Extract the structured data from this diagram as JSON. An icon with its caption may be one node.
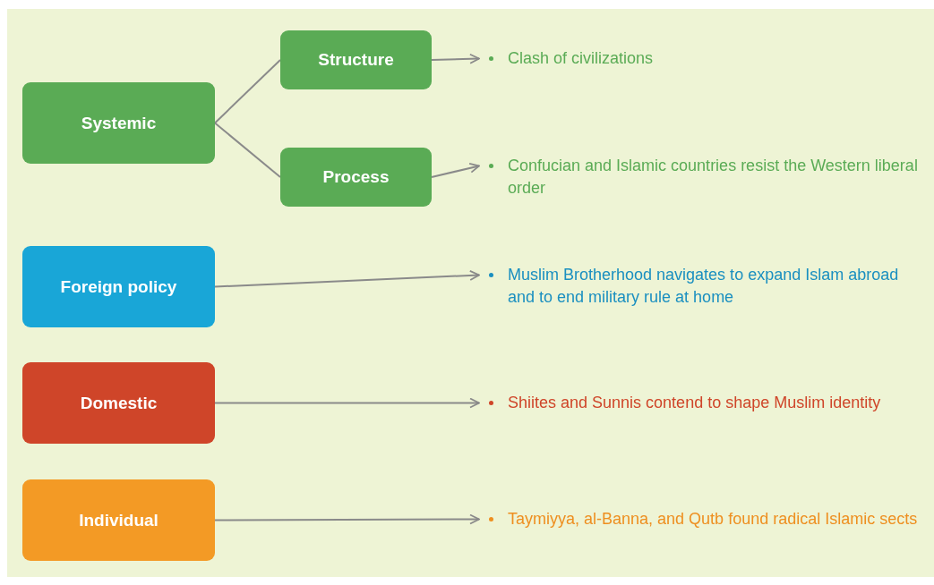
{
  "diagram": {
    "nodes": [
      {
        "text": [
          "Systemic"
        ]
      },
      {
        "text": [
          "Structure"
        ]
      },
      {
        "text": [
          "Process"
        ]
      },
      {
        "text": [
          "Clash of civilizations"
        ]
      },
      {
        "text": [
          "Confucian and Islamic countries resist the Western liberal order"
        ]
      },
      {
        "text": [
          "Foreign policy"
        ]
      },
      {
        "text": [
          "Muslim Brotherhood navigates to expand Islam abroad and to end military rule at home"
        ]
      },
      {
        "text": [
          "Domestic"
        ]
      },
      {
        "text": [
          "Shiites and Sunnis contend to shape Muslim identity"
        ]
      },
      {
        "text": [
          "Individual"
        ]
      },
      {
        "text": [
          "Taymiyya, al-Banna, and Qutb found radical Islamic sects"
        ]
      }
    ],
    "edges": [
      {
        "from": 0,
        "to": 1,
        "arrow": "none"
      },
      {
        "from": 0,
        "to": 2,
        "arrow": "none"
      },
      {
        "from": 1,
        "to": 3,
        "arrow": "to"
      },
      {
        "from": 2,
        "to": 4,
        "arrow": "to"
      },
      {
        "from": 5,
        "to": 6,
        "arrow": "to"
      },
      {
        "from": 7,
        "to": 8,
        "arrow": "to"
      },
      {
        "from": 9,
        "to": 10,
        "arrow": "to"
      }
    ]
  }
}
